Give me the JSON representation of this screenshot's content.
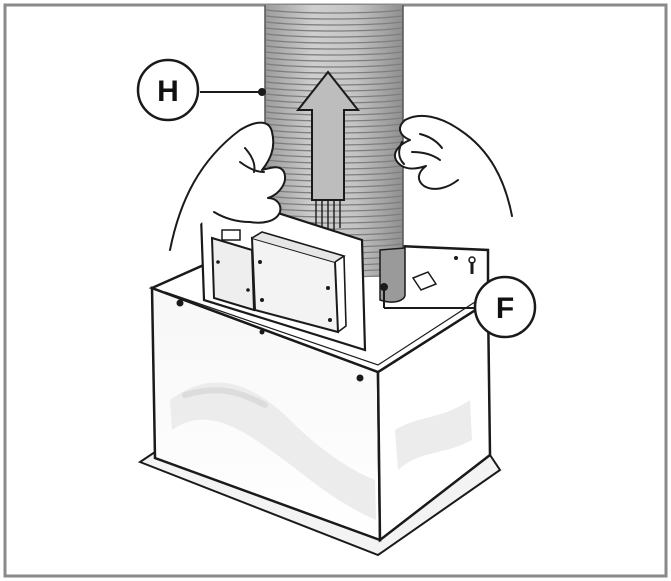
{
  "callouts": [
    {
      "id": "H",
      "label": "H"
    },
    {
      "id": "F",
      "label": "F"
    }
  ],
  "colors": {
    "line": "#1a1a1a",
    "frame": "#8a8a8a",
    "duct": "#b9b9b9",
    "duct_dark": "#8e8e8e",
    "arrow": "#bdbdbd",
    "box": "#ffffff",
    "shade": "#ececec"
  }
}
